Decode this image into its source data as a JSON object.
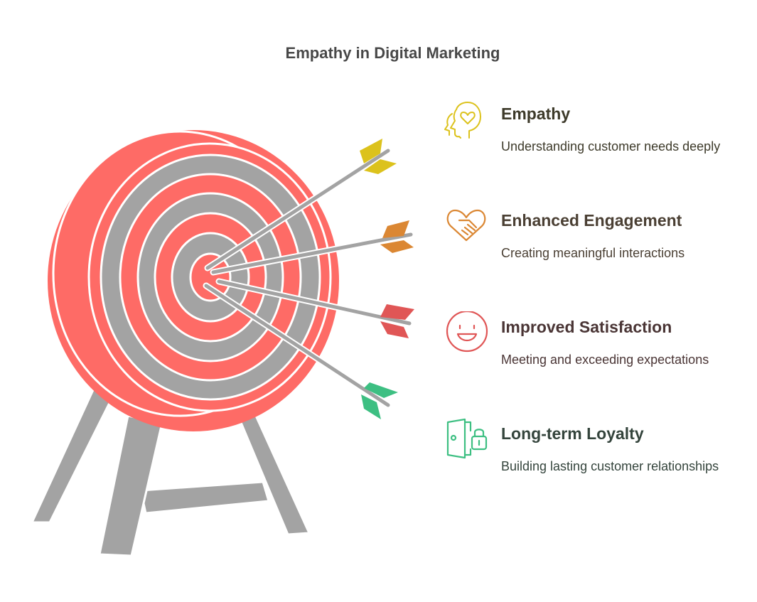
{
  "title": "Empathy in Digital Marketing",
  "items": [
    {
      "heading": "Empathy",
      "description": "Understanding customer needs deeply",
      "icon": "empathy-head-heart-icon",
      "color": "#dcc21c",
      "text_color": "#3d3a2a"
    },
    {
      "heading": "Enhanced Engagement",
      "description": "Creating meaningful interactions",
      "icon": "handshake-heart-icon",
      "color": "#db8733",
      "text_color": "#4a3f33"
    },
    {
      "heading": "Improved Satisfaction",
      "description": "Meeting and exceeding expectations",
      "icon": "smiley-face-icon",
      "color": "#e05656",
      "text_color": "#4a3535"
    },
    {
      "heading": "Long-term Loyalty",
      "description": "Building lasting customer relationships",
      "icon": "door-lock-icon",
      "color": "#3dbf82",
      "text_color": "#34443c"
    }
  ],
  "colors": {
    "target_red": "#fe6b66",
    "target_gray": "#a3a3a3",
    "title": "#484848"
  }
}
